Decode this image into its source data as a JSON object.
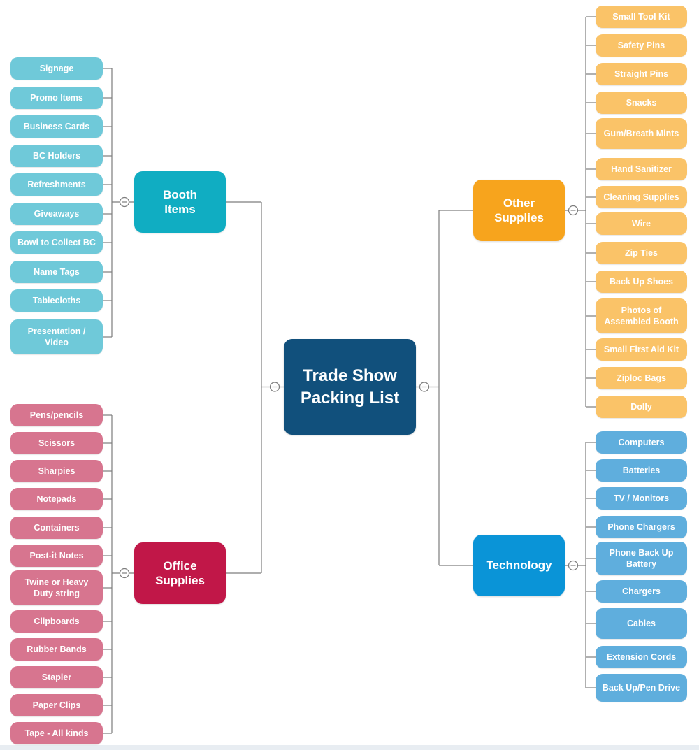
{
  "diagram": {
    "central": {
      "label": "Trade Show Packing List",
      "color": "#11507C",
      "text_color": "#FFFFFF"
    },
    "connector_color": "#7D7D7D",
    "collapse_icon": "minus-circle",
    "background_color": "#FFFFFF",
    "canvas_edge_color": "#E8EDF2",
    "branches": [
      {
        "id": "booth-items",
        "label": "Booth Items",
        "side": "left",
        "color": "#10ADC2",
        "leaf_color": "#6FC9D9",
        "leaves": [
          "Signage",
          "Promo Items",
          "Business Cards",
          "BC Holders",
          "Refreshments",
          "Giveaways",
          "Bowl to Collect BC",
          "Name Tags",
          "Tablecloths",
          "Presentation / Video"
        ]
      },
      {
        "id": "office-supplies",
        "label": "Office Supplies",
        "side": "left",
        "color": "#C11748",
        "leaf_color": "#D7758F",
        "leaves": [
          "Pens/pencils",
          "Scissors",
          "Sharpies",
          "Notepads",
          "Containers",
          "Post-it Notes",
          "Twine or Heavy Duty string",
          "Clipboards",
          "Rubber Bands",
          "Stapler",
          "Paper Clips",
          "Tape - All kinds"
        ]
      },
      {
        "id": "other-supplies",
        "label": "Other Supplies",
        "side": "right",
        "color": "#F7A41D",
        "leaf_color": "#FAC368",
        "leaves": [
          "Small Tool Kit",
          "Safety Pins",
          "Straight Pins",
          "Snacks",
          "Gum/Breath Mints",
          "Hand Sanitizer",
          "Cleaning Supplies",
          "Wire",
          "Zip Ties",
          "Back Up Shoes",
          "Photos of Assembled Booth",
          "Small First Aid Kit",
          "Ziploc Bags",
          "Dolly"
        ]
      },
      {
        "id": "technology",
        "label": "Technology",
        "side": "right",
        "color": "#0A94D7",
        "leaf_color": "#5FAEDD",
        "leaves": [
          "Computers",
          "Batteries",
          "TV / Monitors",
          "Phone Chargers",
          "Phone Back Up Battery",
          "Chargers",
          "Cables",
          "Extension Cords",
          "Back Up/Pen Drive"
        ]
      }
    ]
  }
}
